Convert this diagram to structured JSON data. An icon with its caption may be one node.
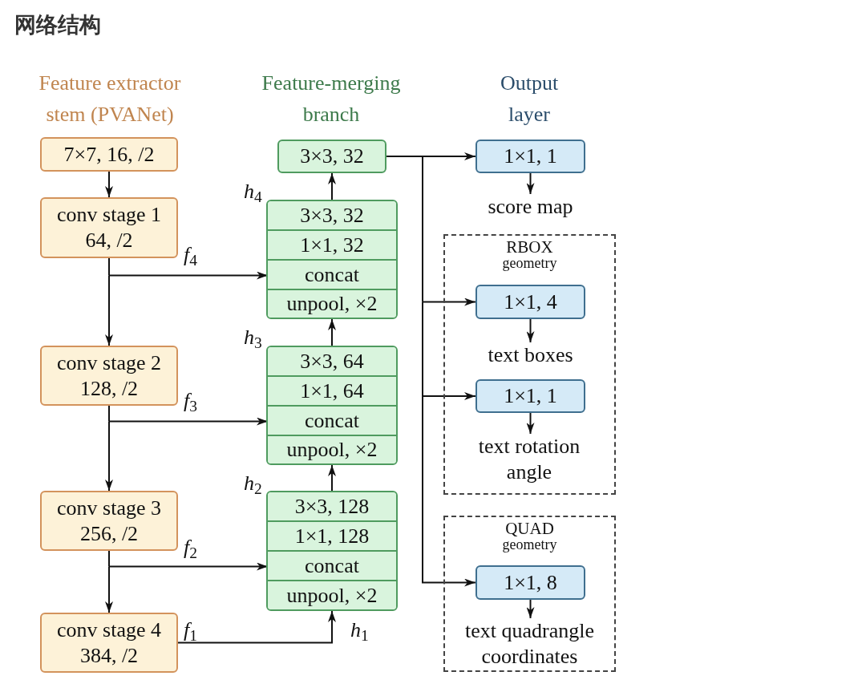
{
  "diagram": {
    "title": "网络结构",
    "nodes": [
      {
        "text": [
          "7×7, 16, /2"
        ]
      },
      {
        "text": [
          "conv stage 1",
          "64, /2"
        ]
      },
      {
        "text": [
          "conv stage 2",
          "128, /2"
        ]
      },
      {
        "text": [
          "conv stage 3",
          "256, /2"
        ]
      },
      {
        "text": [
          "conv stage 4",
          "384, /2"
        ]
      },
      {
        "text": [
          "3×3, 32"
        ]
      },
      {
        "text": [],
        "shape": "box",
        "beside": [
          "*h*$_{4}$"
        ]
      },
      {
        "text": [
          "3×3, 32"
        ],
        "in": 6
      },
      {
        "text": [
          "1×1, 32"
        ],
        "in": 6
      },
      {
        "text": [
          "concat"
        ],
        "in": 6
      },
      {
        "text": [
          "unpool, ×2"
        ],
        "in": 6
      },
      {
        "text": [],
        "shape": "box",
        "beside": [
          "*h*$_{3}$"
        ]
      },
      {
        "text": [
          "3×3, 64"
        ],
        "in": 11
      },
      {
        "text": [
          "1×1, 64"
        ],
        "in": 11
      },
      {
        "text": [
          "concat"
        ],
        "in": 11
      },
      {
        "text": [
          "unpool, ×2"
        ],
        "in": 11
      },
      {
        "text": [],
        "shape": "box",
        "beside": [
          "*h*$_{2}$"
        ]
      },
      {
        "text": [
          "3×3, 128"
        ],
        "in": 16
      },
      {
        "text": [
          "1×1, 128"
        ],
        "in": 16
      },
      {
        "text": [
          "concat"
        ],
        "in": 16
      },
      {
        "text": [
          "unpool, ×2"
        ],
        "in": 16
      },
      {
        "text": [
          "1×1, 1"
        ]
      },
      {
        "text": [
          "score map"
        ]
      },
      {
        "text": [
          "RBOX",
          "geometry"
        ]
      },
      {
        "text": [
          "1×1, 4"
        ],
        "in": 23
      },
      {
        "text": [
          "text boxes"
        ],
        "in": 23
      },
      {
        "text": [
          "1×1, 1"
        ],
        "in": 23
      },
      {
        "text": [
          "text rotation angle"
        ],
        "in": 23
      },
      {
        "text": [
          "QUAD",
          "geometry"
        ]
      },
      {
        "text": [
          "1×1, 8"
        ],
        "in": 28
      },
      {
        "text": [
          "text quadrangle coordinates"
        ],
        "in": 28
      }
    ],
    "edges": [
      {
        "from": 0,
        "to": 1,
        "arrow": "to"
      },
      {
        "from": 1,
        "to": 2,
        "arrow": "to"
      },
      {
        "from": 2,
        "to": 3,
        "arrow": "to"
      },
      {
        "from": 3,
        "to": 4,
        "arrow": "to"
      },
      {
        "from": 1,
        "to": 9,
        "arrow": "to",
        "label": "*f*$_{4}$"
      },
      {
        "from": 2,
        "to": 14,
        "arrow": "to",
        "label": "*f*$_{3}$"
      },
      {
        "from": 3,
        "to": 19,
        "arrow": "to",
        "label": "*f*$_{2}$"
      },
      {
        "from": 4,
        "to": 16,
        "arrow": "to",
        "label": "*f*$_{1}$"
      },
      {
        "from": 16,
        "to": 11,
        "arrow": "to"
      },
      {
        "from": 11,
        "to": 6,
        "arrow": "to"
      },
      {
        "from": 6,
        "to": 5,
        "arrow": "to"
      },
      {
        "from": 5,
        "to": 21,
        "arrow": "to"
      },
      {
        "from": 5,
        "to": 24,
        "arrow": "to"
      },
      {
        "from": 5,
        "to": 26,
        "arrow": "to"
      },
      {
        "from": 5,
        "to": 29,
        "arrow": "to"
      },
      {
        "from": 21,
        "to": 22,
        "arrow": "to"
      },
      {
        "from": 24,
        "to": 25,
        "arrow": "to"
      },
      {
        "from": 26,
        "to": 27,
        "arrow": "to"
      },
      {
        "from": 29,
        "to": 30,
        "arrow": "to"
      }
    ],
    "labels": [
      "Feature extractor stem (PVANet)",
      "Feature-merging branch",
      "Output layer",
      "*h*$_{1}$"
    ]
  }
}
